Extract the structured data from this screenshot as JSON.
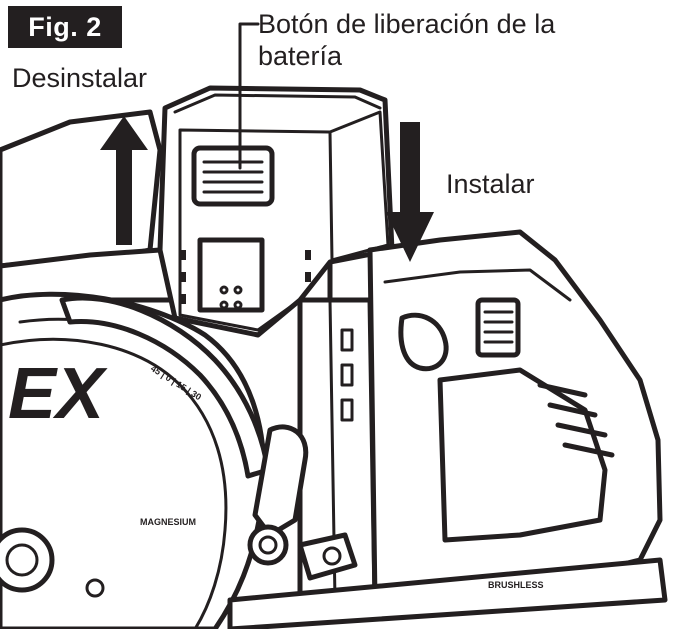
{
  "figure": {
    "label": "Fig. 2"
  },
  "callouts": {
    "release_button_line1": "Botón de liberación de la",
    "release_button_line2": "batería",
    "remove": "Desinstalar",
    "install": "Instalar"
  },
  "tool_markings": {
    "brand_fragment": "EX",
    "scale_text": "45 | 0 | 15 | 30",
    "material_label": "MAGNESIUM",
    "motor_label": "BRUSHLESS"
  },
  "colors": {
    "ink": "#231f20",
    "paper": "#ffffff"
  },
  "icons": {
    "remove_arrow": "arrow-up-icon",
    "install_arrow": "arrow-down-icon"
  }
}
